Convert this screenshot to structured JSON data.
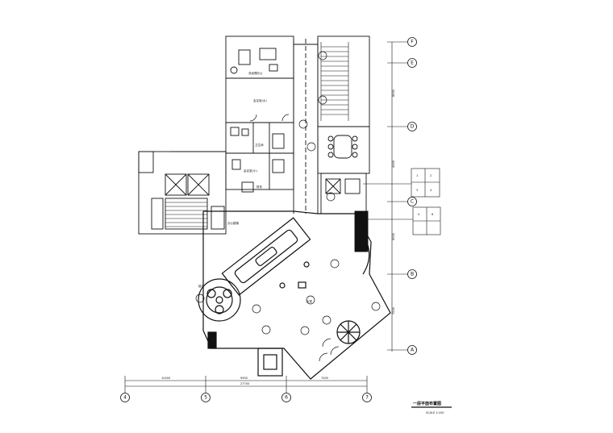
{
  "title": "一层平面布置图",
  "scale": "SCALE 1:100",
  "room_labels": {
    "office": "总经理办公",
    "meeting": "会议室(大)",
    "toilet": "卫生间",
    "meeting_small": "会议室(小)",
    "office_small": "财务",
    "stair": "办公楼梯",
    "lobby": "大堂",
    "reception": "接待"
  },
  "grid_right": [
    "F",
    "E",
    "D",
    "C",
    "B",
    "A"
  ],
  "grid_bottom": [
    "4",
    "5",
    "6",
    "7"
  ],
  "bottom_dims": [
    "10400",
    "9900",
    "7400"
  ],
  "bottom_total": "27700",
  "right_dims": [
    "",
    "",
    "8000",
    "4000",
    "6000",
    "7000"
  ],
  "stamps": [
    "1",
    "2",
    "3",
    "4",
    "5",
    "6"
  ],
  "colors": {
    "line": "#111111",
    "fill_dark": "#111111",
    "paper": "#ffffff"
  }
}
